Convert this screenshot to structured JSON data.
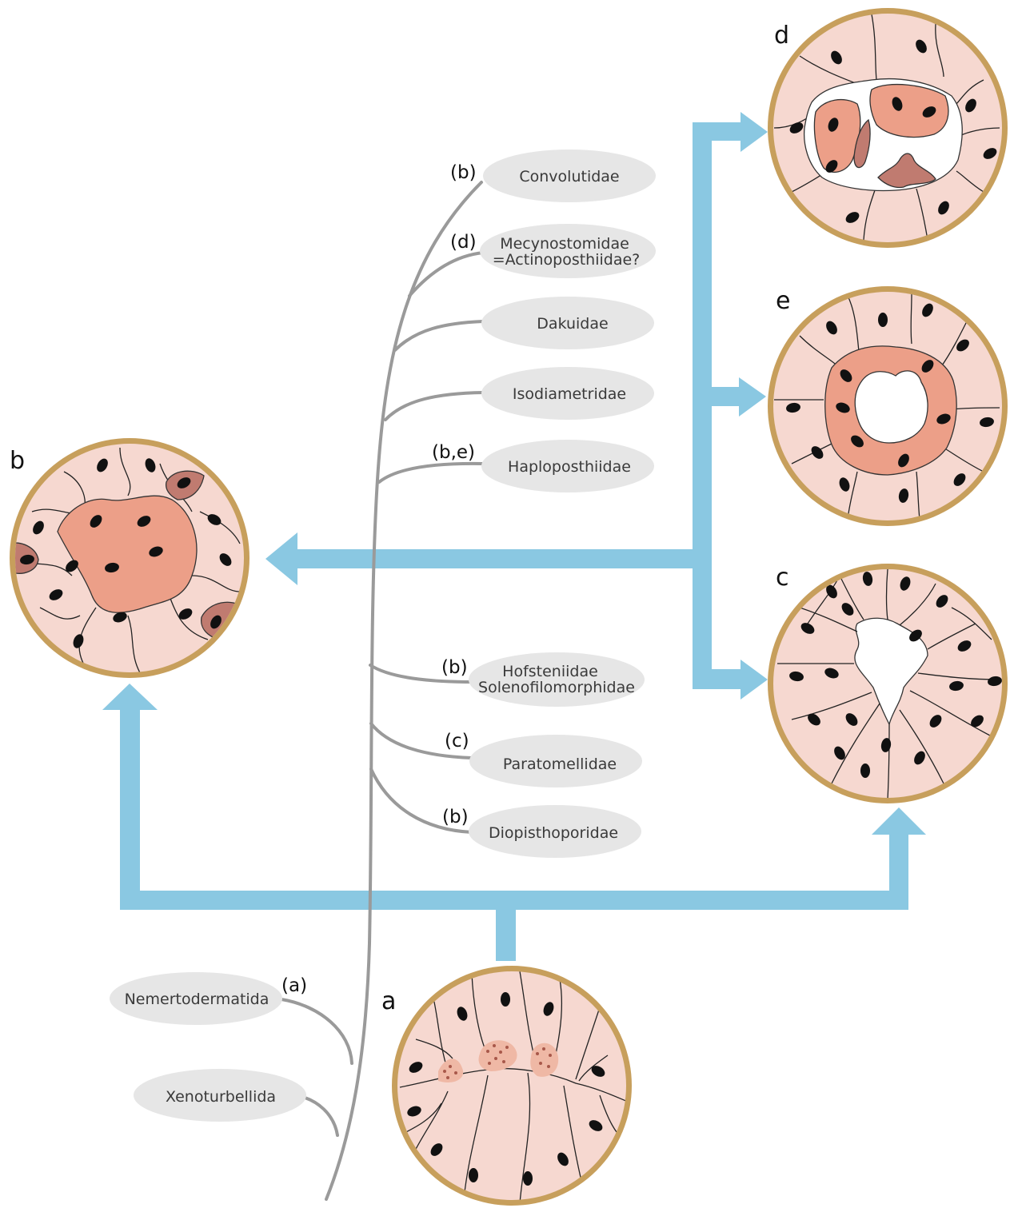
{
  "colors": {
    "arrow": "#8ac8e2",
    "tree": "#9a9a9a",
    "taxon_pill": "#e6e6e6",
    "ring": "#c79f5c",
    "cytoplasm": "#f6d8d0",
    "syncytium": "#ec9f88",
    "dark_cell": "#c07b70",
    "nucleus": "#111111"
  },
  "tree": {
    "taxa": [
      {
        "id": "convolutidae",
        "label": "Convolutidae",
        "state": "(b)"
      },
      {
        "id": "mecynostomidae",
        "label": "Mecynostomidae",
        "label2": "=Actinoposthiidae?",
        "state": "(d)"
      },
      {
        "id": "dakuidae",
        "label": "Dakuidae",
        "state": ""
      },
      {
        "id": "isodiametridae",
        "label": "Isodiametridae",
        "state": ""
      },
      {
        "id": "haploposthiidae",
        "label": "Haploposthiidae",
        "state": "(b,e)"
      },
      {
        "id": "hofsteniidae",
        "label": "Hofsteniidae",
        "label2": "Solenofilomorphidae",
        "state": "(b)"
      },
      {
        "id": "paratomellidae",
        "label": "Paratomellidae",
        "state": "(c)"
      },
      {
        "id": "diopisthoporidae",
        "label": "Diopisthoporidae",
        "state": "(b)"
      },
      {
        "id": "nemertodermatida",
        "label": "Nemertodermatida",
        "state": "(a)"
      },
      {
        "id": "xenoturbellida",
        "label": "Xenoturbellida",
        "state": ""
      }
    ]
  },
  "panels": [
    {
      "id": "a",
      "letter": "a",
      "icon": "gut-cross-section-cellular-icon"
    },
    {
      "id": "b",
      "letter": "b",
      "icon": "gut-cross-section-syncytial-icon"
    },
    {
      "id": "c",
      "letter": "c",
      "icon": "gut-cross-section-folded-icon"
    },
    {
      "id": "d",
      "letter": "d",
      "icon": "gut-cross-section-fragmented-icon"
    },
    {
      "id": "e",
      "letter": "e",
      "icon": "gut-cross-section-ring-icon"
    }
  ]
}
